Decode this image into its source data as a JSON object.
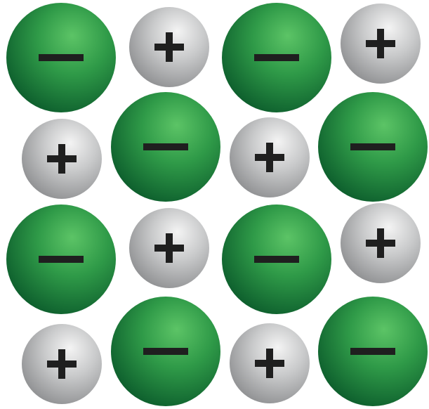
{
  "diagram": {
    "type": "ionic-lattice",
    "colors": {
      "anion_light": "#5cc466",
      "anion_mid": "#2f9a48",
      "anion_dark": "#0b5a2b",
      "cation_light": "#f4f4f4",
      "cation_mid": "#c9cacb",
      "cation_dark": "#8c8d8f",
      "sign": "#1f1f1f"
    },
    "rows": [
      [
        {
          "charge": "anion",
          "sign": "−"
        },
        {
          "charge": "cation",
          "sign": "+"
        },
        {
          "charge": "anion",
          "sign": "−"
        },
        {
          "charge": "cation",
          "sign": "+"
        }
      ],
      [
        {
          "charge": "cation",
          "sign": "+"
        },
        {
          "charge": "anion",
          "sign": "−"
        },
        {
          "charge": "cation",
          "sign": "+"
        },
        {
          "charge": "anion",
          "sign": "−"
        }
      ],
      [
        {
          "charge": "anion",
          "sign": "−"
        },
        {
          "charge": "cation",
          "sign": "+"
        },
        {
          "charge": "anion",
          "sign": "−"
        },
        {
          "charge": "cation",
          "sign": "+"
        }
      ],
      [
        {
          "charge": "cation",
          "sign": "+"
        },
        {
          "charge": "anion",
          "sign": "−"
        },
        {
          "charge": "cation",
          "sign": "+"
        },
        {
          "charge": "anion",
          "sign": "−"
        }
      ]
    ]
  }
}
